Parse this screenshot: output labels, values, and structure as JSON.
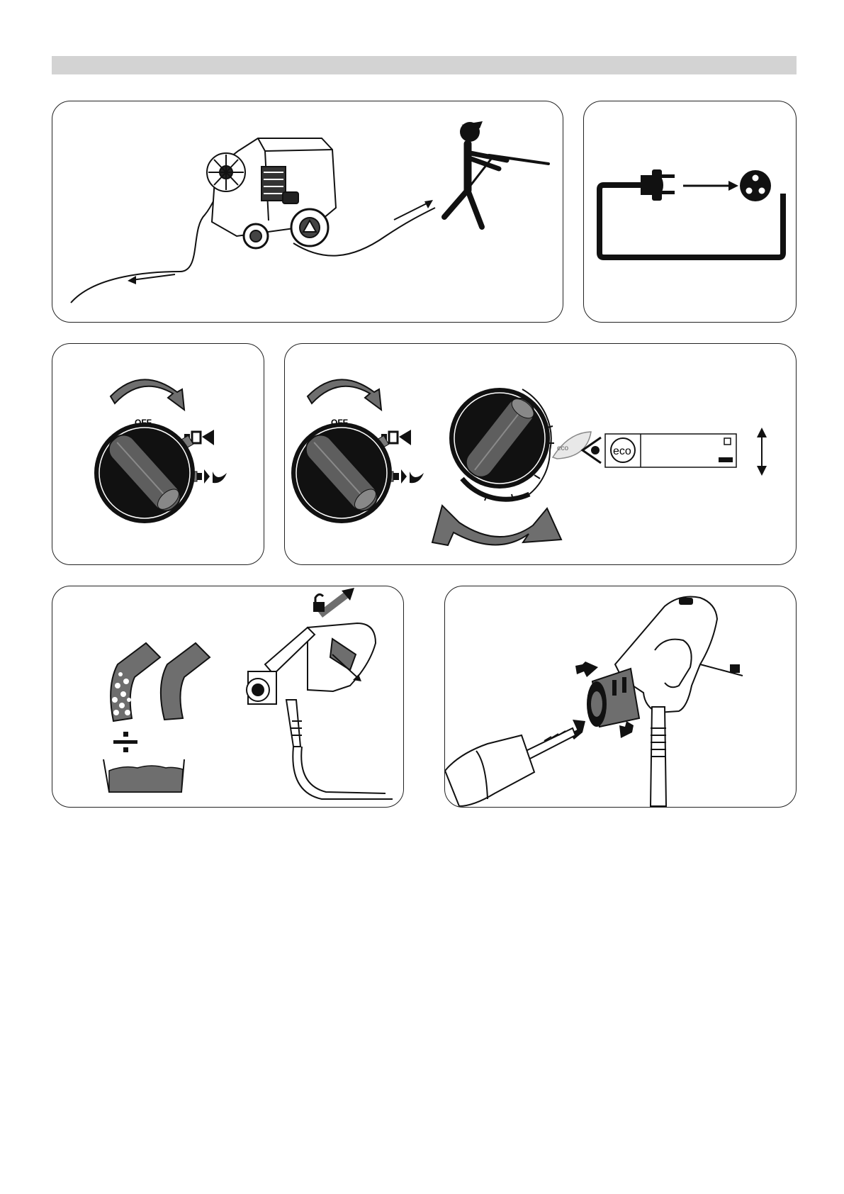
{
  "header": {
    "bar_color": "#d3d3d3"
  },
  "panels": {
    "connect_hoses": {
      "icons": [
        "pressure-washer-icon",
        "operator-with-lance-icon",
        "hose-direction-arrow-icon"
      ]
    },
    "mains_plug": {
      "icons": [
        "plug-icon",
        "socket-icon"
      ]
    },
    "switch_on": {
      "off_label": "OFF",
      "icons": [
        "rotary-switch-icon",
        "cold-water-mode-icon",
        "hot-water-mode-icon"
      ]
    },
    "eco_mode": {
      "off_label": "OFF",
      "eco_label": "eco",
      "small_eco_label": "eco",
      "icons": [
        "rotary-switch-icon",
        "temperature-dial-icon",
        "eco-leaf-icon",
        "eye-icon",
        "display-icon"
      ]
    },
    "detergent": {
      "icons": [
        "detergent-dosing-icon",
        "spray-gun-unlock-icon",
        "padlock-open-icon"
      ]
    },
    "nozzle_change": {
      "icons": [
        "spray-gun-icon",
        "nozzle-icon"
      ]
    }
  },
  "colors": {
    "dial_dark": "#141414",
    "dial_gray": "#5a5a5a",
    "accent_gray": "#7a7a7a",
    "line": "#111111"
  }
}
